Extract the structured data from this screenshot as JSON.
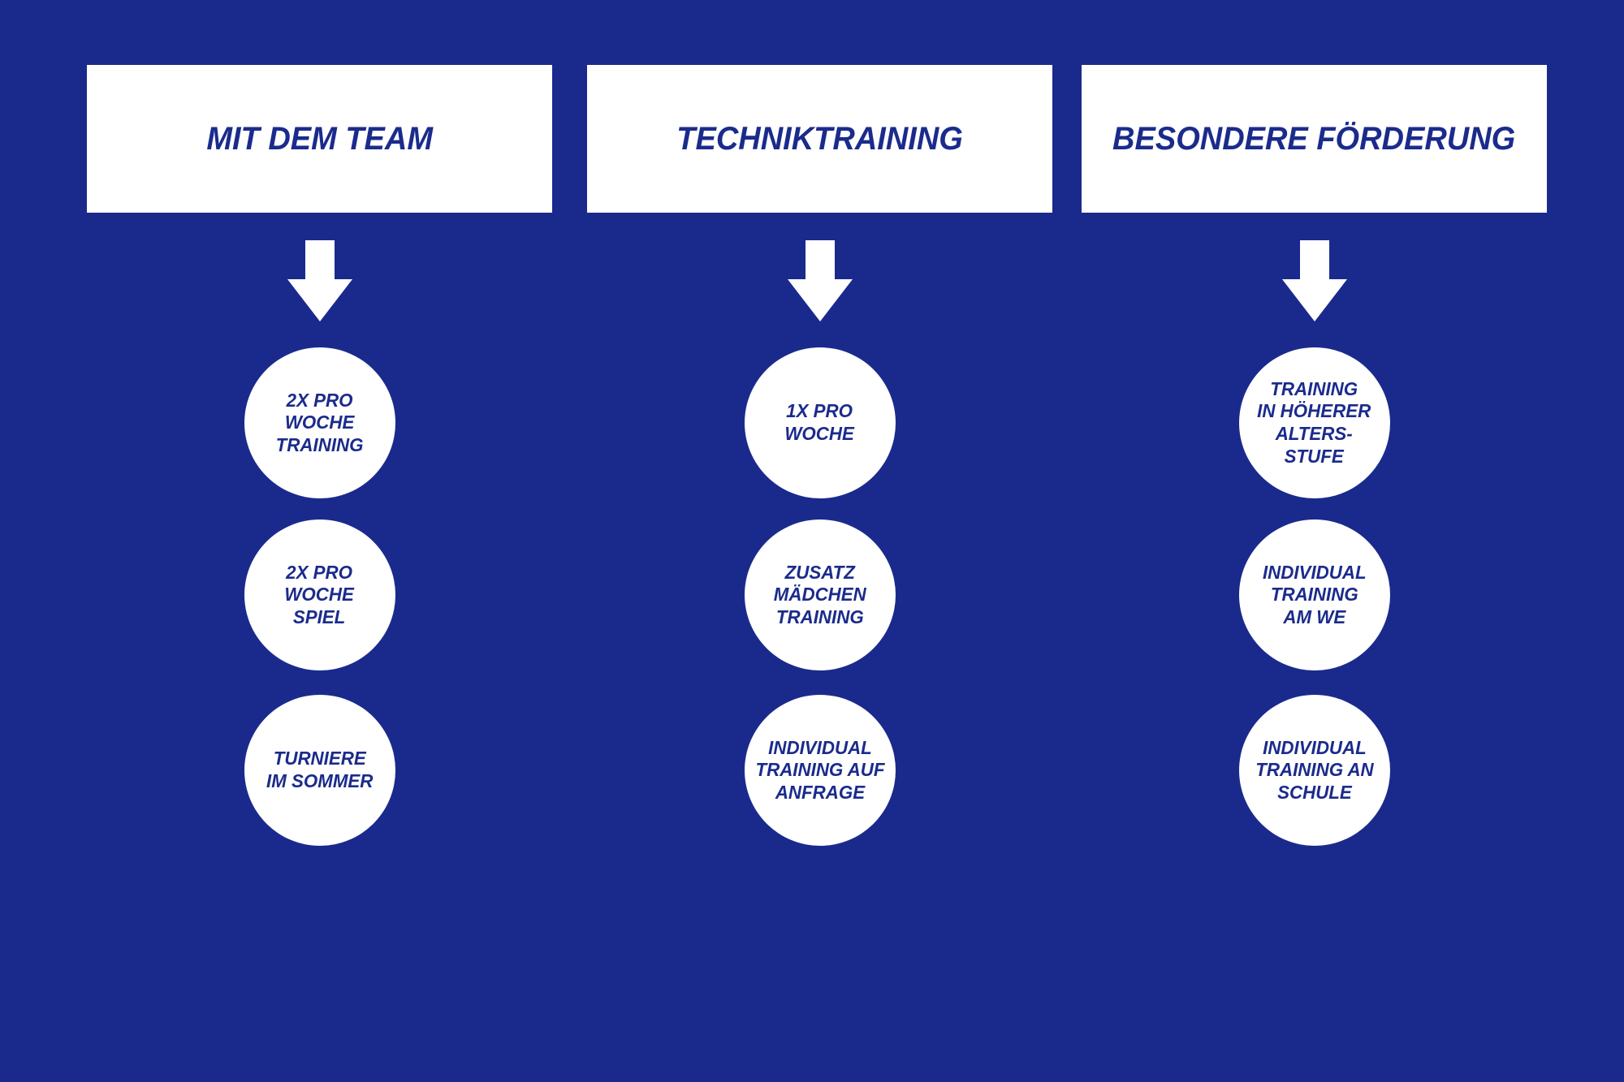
{
  "theme": {
    "background_color": "#1a2a8c",
    "box_color": "#ffffff",
    "text_color": "#1b2b8c"
  },
  "columns": [
    {
      "header": "MIT DEM TEAM",
      "items": [
        "2X PRO\nWOCHE\nTRAINING",
        "2X PRO\nWOCHE\nSPIEL",
        "TURNIERE\nIM SOMMER"
      ]
    },
    {
      "header": "TECHNIKTRAINING",
      "items": [
        "1X PRO\nWOCHE",
        "ZUSATZ\nMÄDCHEN\nTRAINING",
        "INDIVIDUAL\nTRAINING AUF\nANFRAGE"
      ]
    },
    {
      "header": "BESONDERE FÖRDERUNG",
      "items": [
        "TRAINING\nIN HÖHERER\nALTERS-\nSTUFE",
        "INDIVIDUAL\nTRAINING\nAM WE",
        "INDIVIDUAL\nTRAINING AN\nSCHULE"
      ]
    }
  ]
}
